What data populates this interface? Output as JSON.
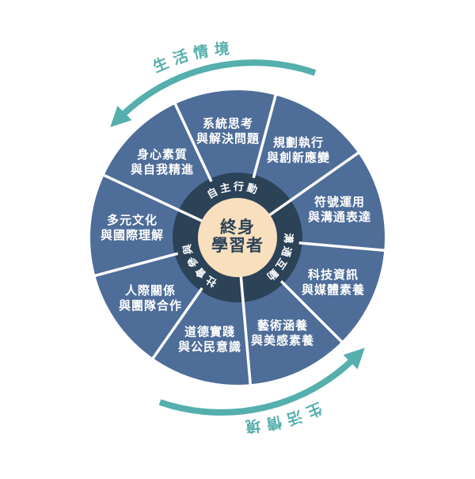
{
  "diagram": {
    "center": {
      "line1": "終身",
      "line2": "學習者"
    },
    "inner_ring": [
      {
        "label": "自主行動"
      },
      {
        "label": "溝通互動"
      },
      {
        "label": "社會參與"
      }
    ],
    "outer_ring": [
      {
        "line1": "系統思考",
        "line2": "與解決問題"
      },
      {
        "line1": "規劃執行",
        "line2": "與創新應變"
      },
      {
        "line1": "符號運用",
        "line2": "與溝通表達"
      },
      {
        "line1": "科技資訊",
        "line2": "與媒體素養"
      },
      {
        "line1": "藝術涵養",
        "line2": "與美感素養"
      },
      {
        "line1": "道德實踐",
        "line2": "與公民意識"
      },
      {
        "line1": "人際關係",
        "line2": "與團隊合作"
      },
      {
        "line1": "多元文化",
        "line2": "與國際理解"
      },
      {
        "line1": "身心素質",
        "line2": "與自我精進"
      }
    ],
    "context_labels": {
      "top": "生活情境",
      "bottom": "生活情境"
    },
    "colors": {
      "outer_ring": "#4E6D99",
      "inner_ring": "#2B4257",
      "center_fill": "#F8DFBD",
      "arrow": "#54AFAD",
      "divider": "#FFFFFF",
      "outer_text": "#FFFFFF",
      "center_text": "#2B4257"
    }
  }
}
